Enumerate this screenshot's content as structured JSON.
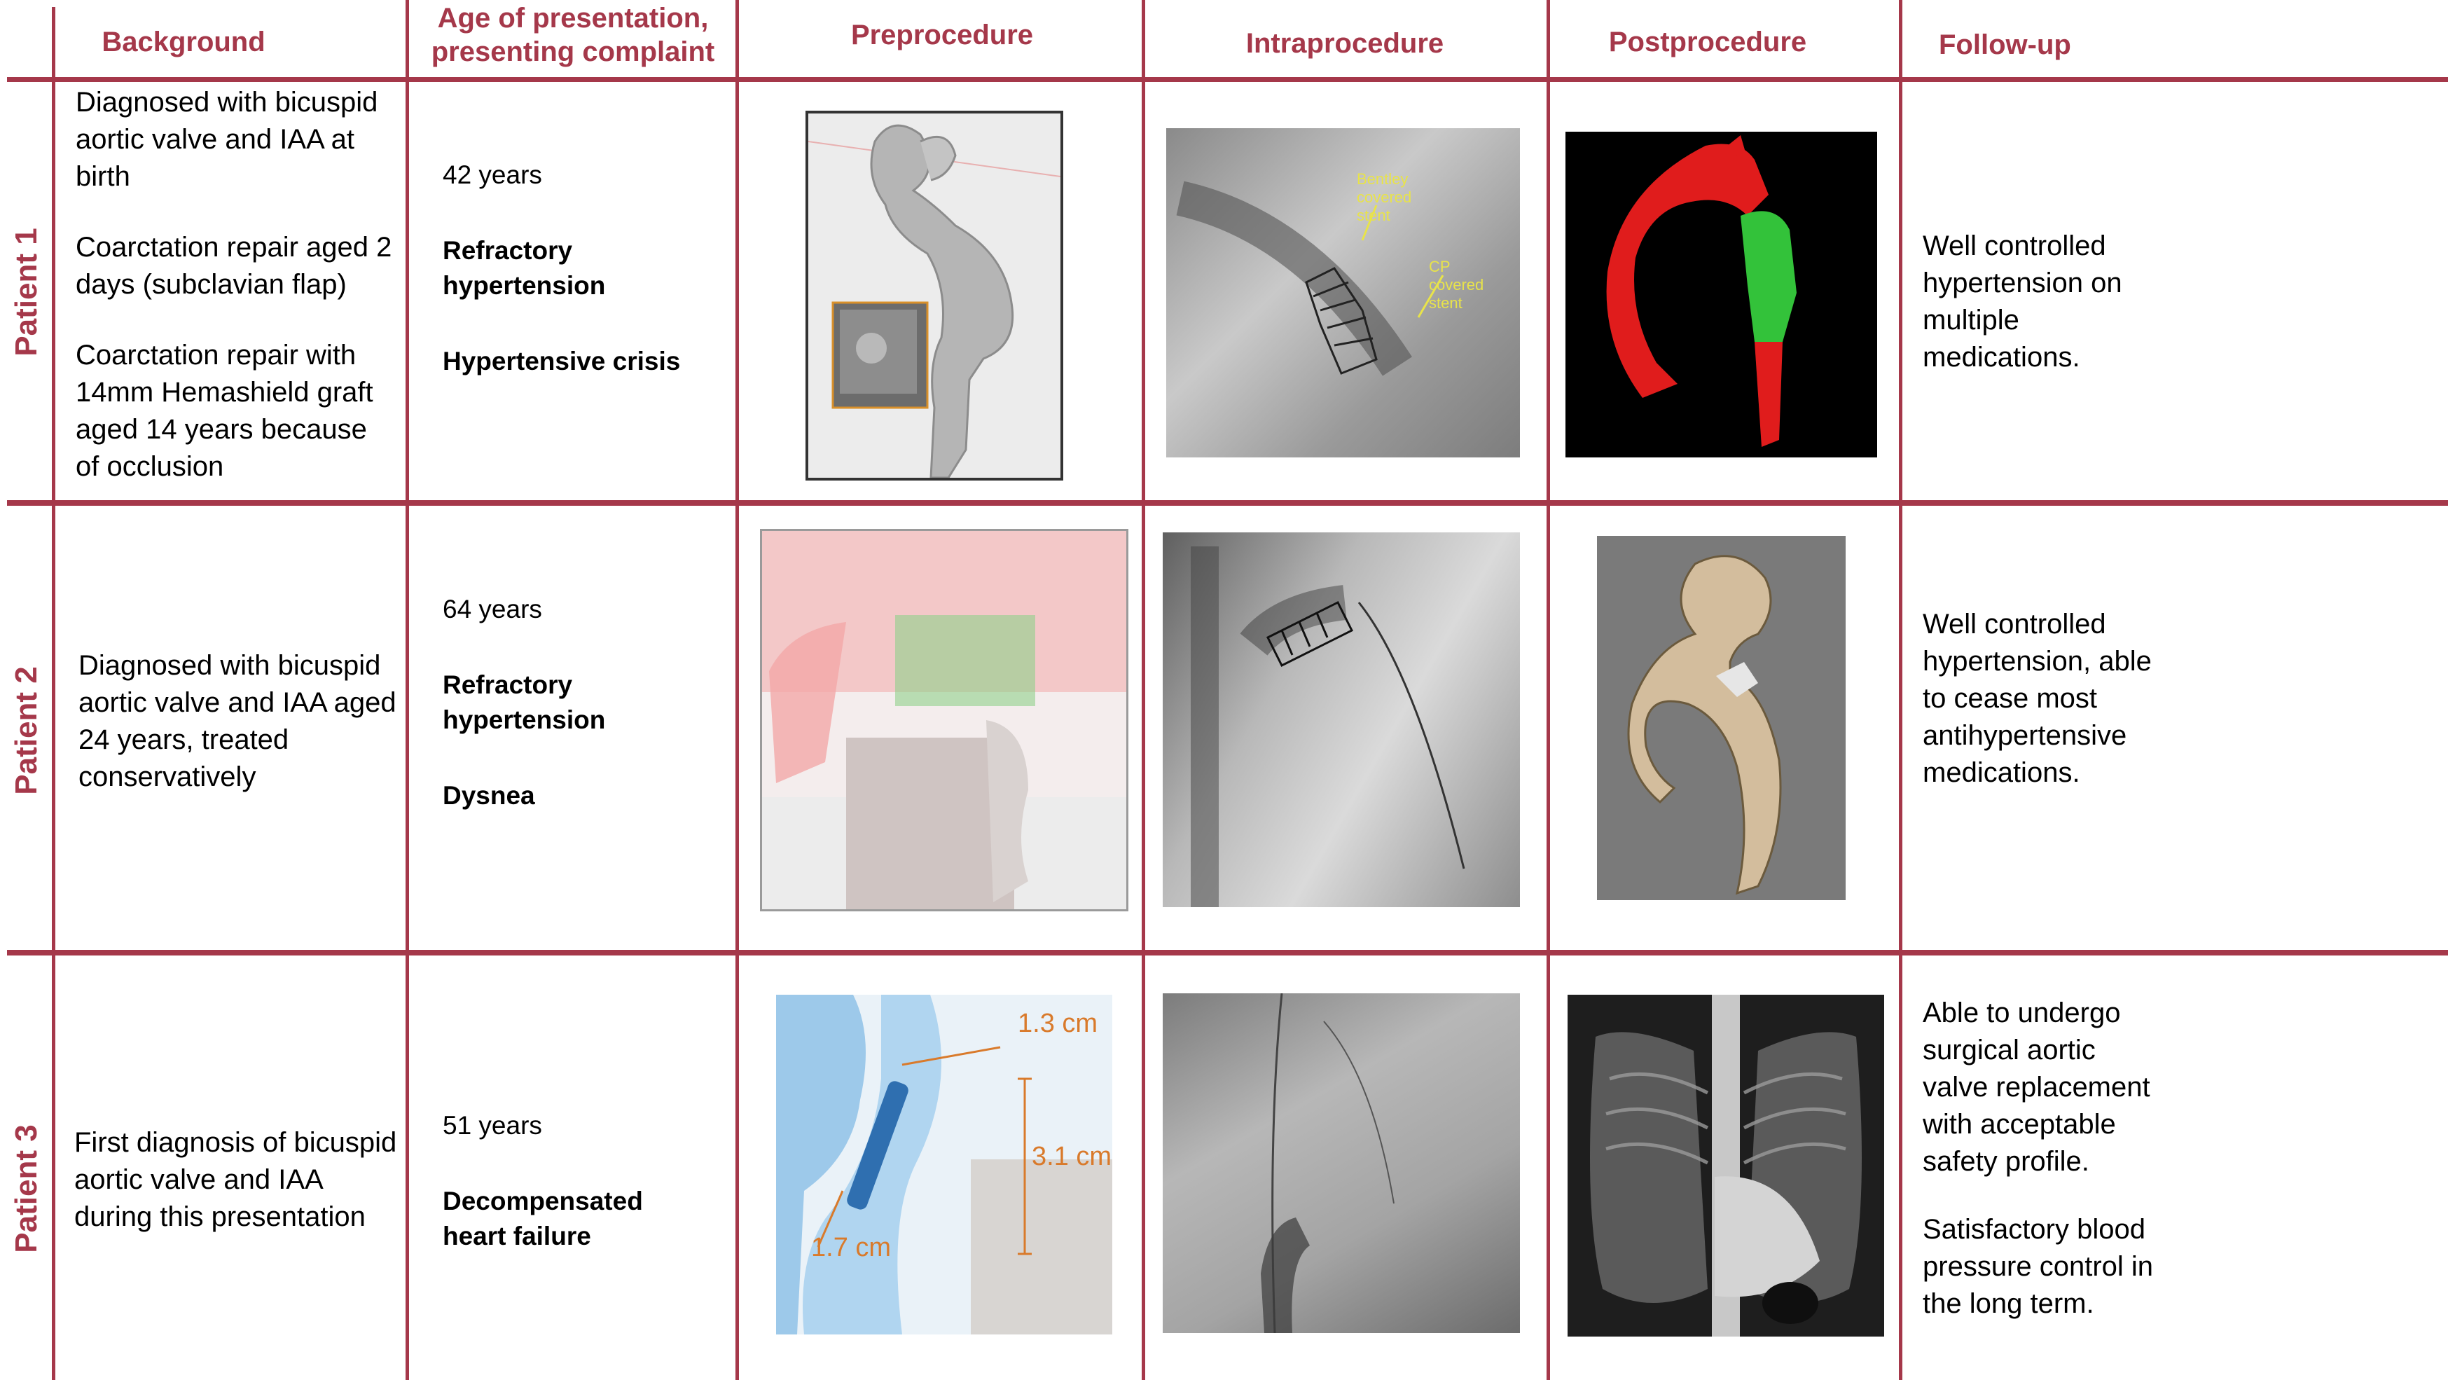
{
  "headers": {
    "background": "Background",
    "age": "Age of presentation, presenting complaint",
    "preprocedure": "Preprocedure",
    "intraprocedure": "Intraprocedure",
    "postprocedure": "Postprocedure",
    "followup": "Follow-up"
  },
  "rows": [
    {
      "label": "Patient 1",
      "background": [
        "Diagnosed with bicuspid aortic valve and IAA at birth",
        "Coarctation repair aged 2 days (subclavian flap)",
        "Coarctation repair with 14mm Hemashield graft aged 14 years because of occlusion"
      ],
      "age": "42 years",
      "complaints": [
        "Refractory hypertension",
        "Hypertensive crisis"
      ],
      "intra_labels": [
        "Bentley covered stent",
        "CP covered stent"
      ],
      "followup": [
        "Well controlled hypertension on multiple medications."
      ]
    },
    {
      "label": "Patient 2",
      "background": [
        "Diagnosed with bicuspid aortic valve and IAA aged 24 years, treated conservatively"
      ],
      "age": "64 years",
      "complaints": [
        "Refractory hypertension",
        "Dysnea"
      ],
      "followup": [
        "Well controlled hypertension, able to cease most antihypertensive medications."
      ]
    },
    {
      "label": "Patient 3",
      "background": [
        "First diagnosis of bicuspid aortic valve and IAA during this presentation"
      ],
      "age": "51 years",
      "complaints": [
        "Decompensated heart failure"
      ],
      "pre_measurements": [
        "1.3 cm",
        "3.1 cm",
        "1.7 cm"
      ],
      "followup": [
        "Able to undergo surgical aortic valve replacement with acceptable safety profile.",
        "Satisfactory blood pressure control in the long term."
      ]
    }
  ],
  "colors": {
    "accent": "#a5384a",
    "mesh_red": "#e01c1c",
    "mesh_green": "#33c23a",
    "measure_orange": "#d97a2b"
  }
}
